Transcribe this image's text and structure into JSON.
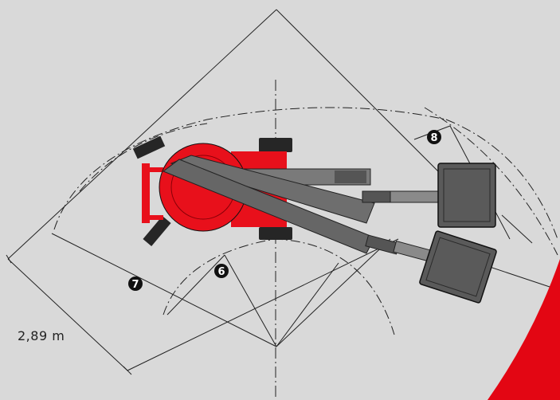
{
  "diagram": {
    "dimension_label": "2,89 m",
    "callouts": [
      "6",
      "7",
      "8"
    ],
    "colors": {
      "background": "#d9d9d9",
      "machine_red": "#e8101b",
      "boom_grey": "#6e6e6e",
      "basket_grey": "#5a5a5a",
      "line": "#222222",
      "track_black": "#262626",
      "accent_red": "#e30613"
    }
  }
}
